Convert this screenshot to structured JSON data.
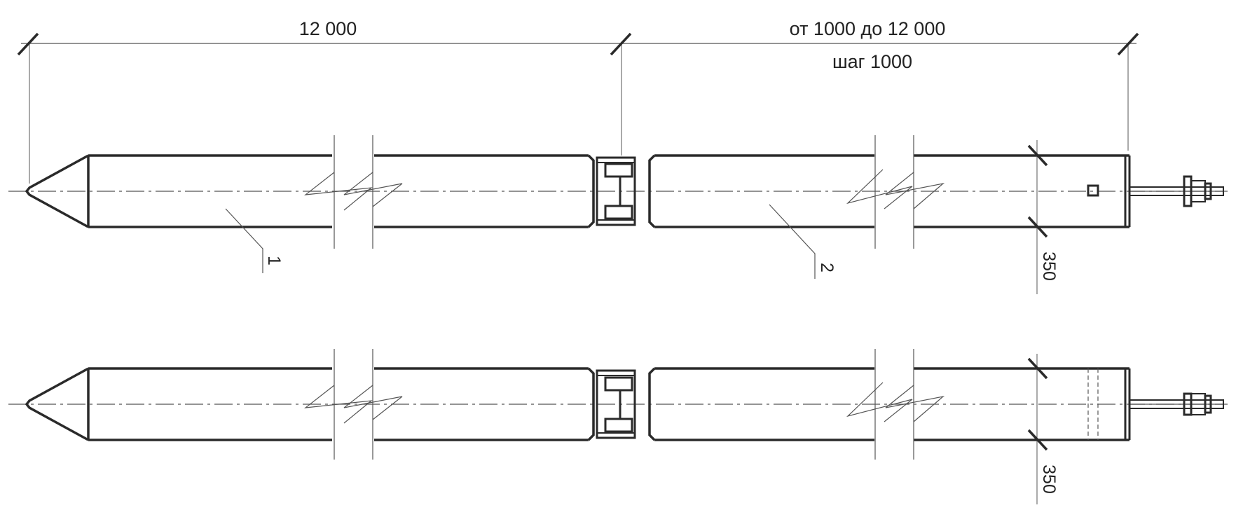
{
  "dimensions": {
    "length_1": "12 000",
    "length_2": "от 1000 до 12 000",
    "step": "шаг 1000",
    "diameter_top": "350",
    "diameter_bottom": "350"
  },
  "callouts": {
    "part_1": "1",
    "part_2": "2"
  },
  "colors": {
    "line": "#2a2a2a",
    "thin": "#555555",
    "background": "#ffffff"
  }
}
